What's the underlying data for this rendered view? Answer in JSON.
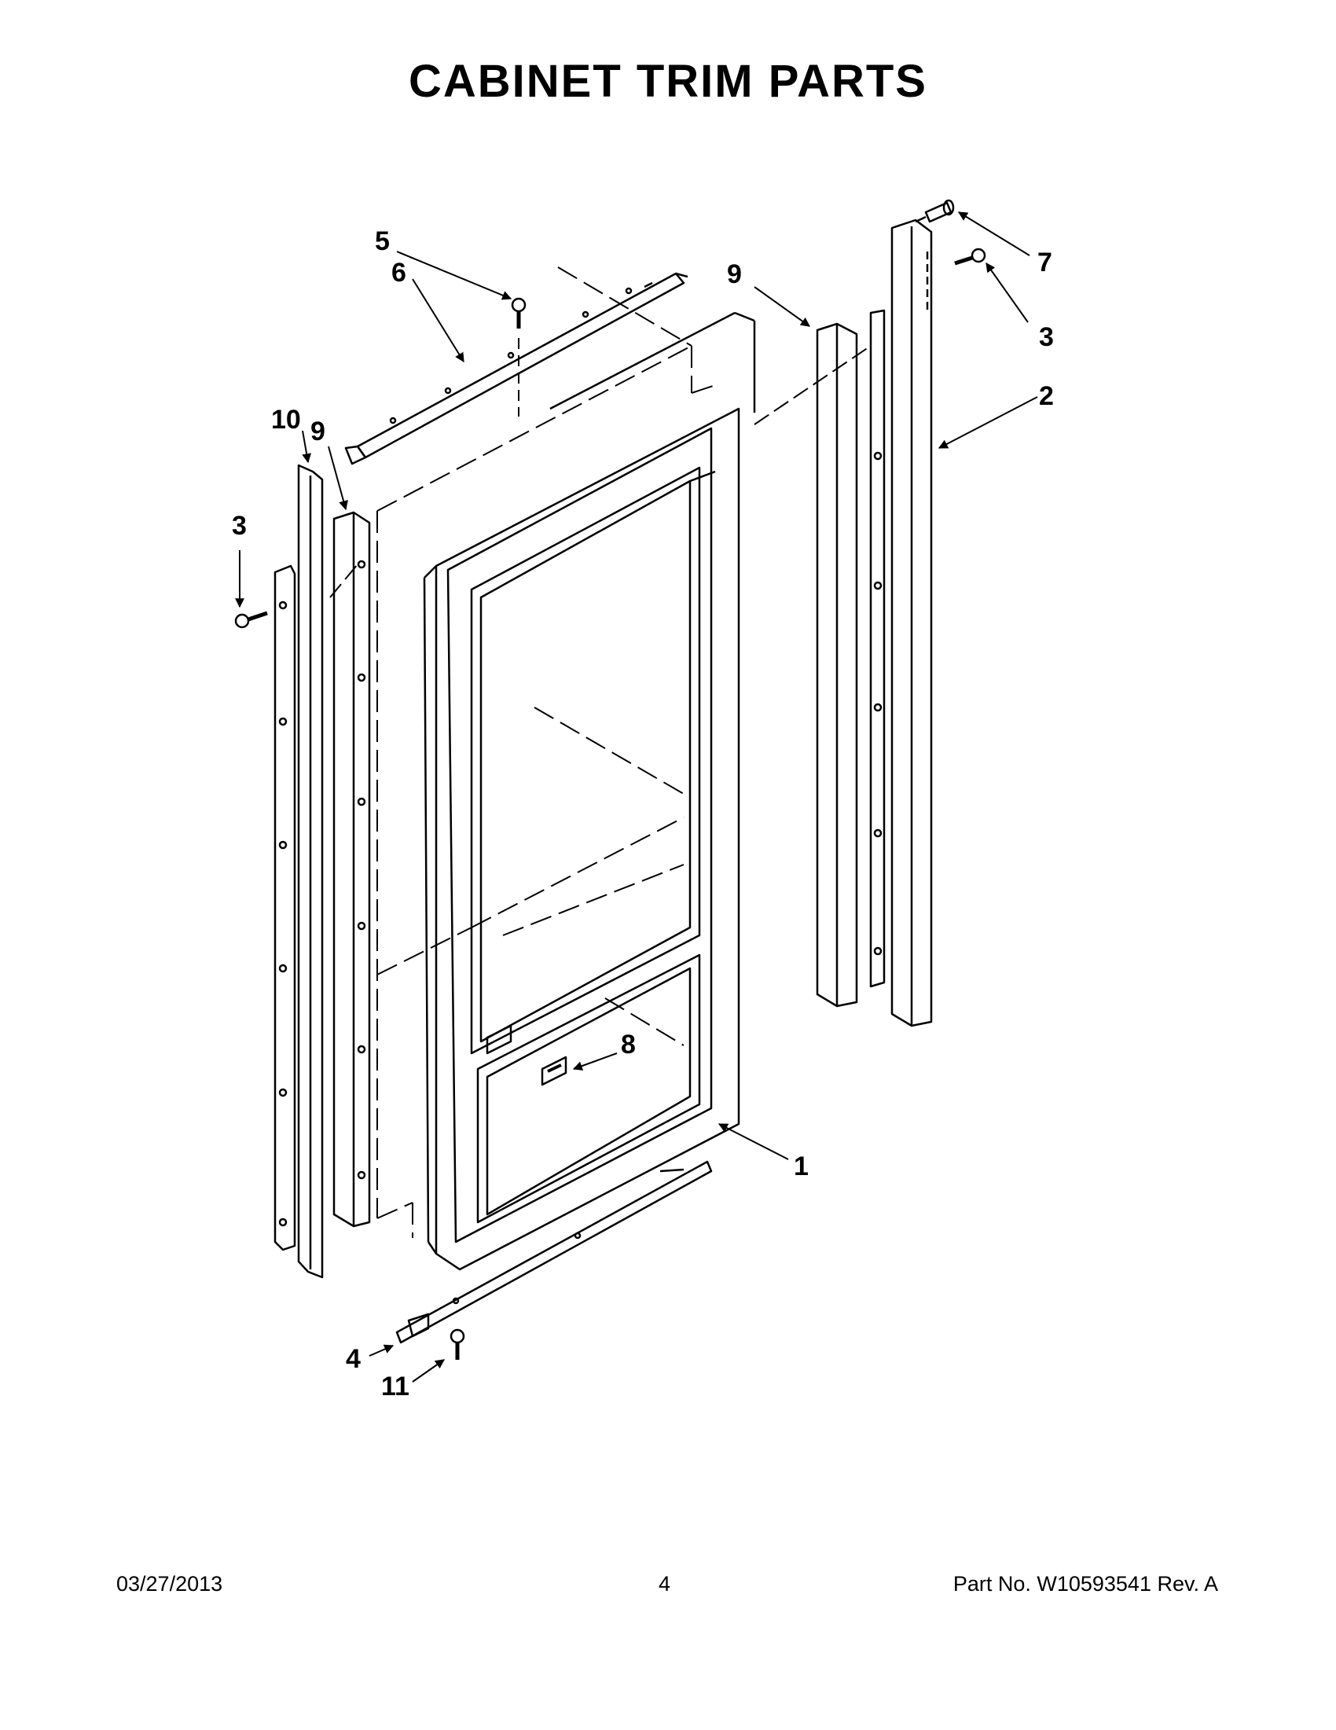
{
  "title": "CABINET TRIM PARTS",
  "callouts": {
    "c1": "1",
    "c2": "2",
    "c3a": "3",
    "c3b": "3",
    "c4": "4",
    "c5": "5",
    "c6": "6",
    "c7": "7",
    "c8": "8",
    "c9a": "9",
    "c9b": "9",
    "c10": "10",
    "c11": "11"
  },
  "footer": {
    "date": "03/27/2013",
    "page": "4",
    "part": "Part No.  W10593541  Rev.  A"
  }
}
